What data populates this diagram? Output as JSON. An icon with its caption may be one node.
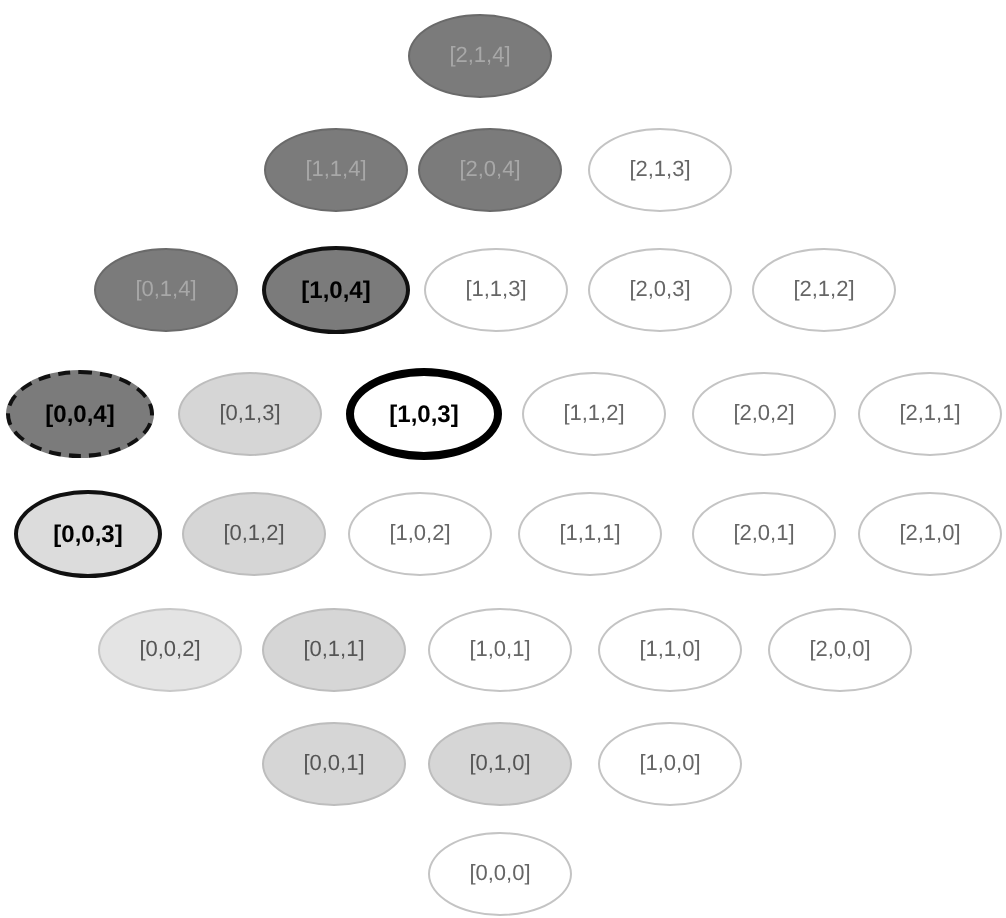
{
  "diagram": {
    "nodes": [
      {
        "text": [
          "[2,1,4]"
        ]
      },
      {
        "text": [
          "[1,1,4]"
        ]
      },
      {
        "text": [
          "[2,0,4]"
        ]
      },
      {
        "text": [
          "[2,1,3]"
        ]
      },
      {
        "text": [
          "[0,1,4]"
        ]
      },
      {
        "text": [
          "[1,0,4]"
        ]
      },
      {
        "text": [
          "[1,1,3]"
        ]
      },
      {
        "text": [
          "[2,0,3]"
        ]
      },
      {
        "text": [
          "[2,1,2]"
        ]
      },
      {
        "text": [
          "[0,0,4]"
        ]
      },
      {
        "text": [
          "[0,1,3]"
        ]
      },
      {
        "text": [
          "[1,0,3]"
        ]
      },
      {
        "text": [
          "[1,1,2]"
        ]
      },
      {
        "text": [
          "[2,0,2]"
        ]
      },
      {
        "text": [
          "[2,1,1]"
        ]
      },
      {
        "text": [
          "[0,0,3]"
        ]
      },
      {
        "text": [
          "[0,1,2]"
        ]
      },
      {
        "text": [
          "[1,0,2]"
        ]
      },
      {
        "text": [
          "[1,1,1]"
        ]
      },
      {
        "text": [
          "[2,0,1]"
        ]
      },
      {
        "text": [
          "[2,1,0]"
        ]
      },
      {
        "text": [
          "[0,0,2]"
        ]
      },
      {
        "text": [
          "[0,1,1]"
        ]
      },
      {
        "text": [
          "[1,0,1]"
        ]
      },
      {
        "text": [
          "[1,1,0]"
        ]
      },
      {
        "text": [
          "[2,0,0]"
        ]
      },
      {
        "text": [
          "[0,0,1]"
        ]
      },
      {
        "text": [
          "[0,1,0]"
        ]
      },
      {
        "text": [
          "[1,0,0]"
        ]
      },
      {
        "text": [
          "[0,0,0]"
        ]
      }
    ]
  }
}
